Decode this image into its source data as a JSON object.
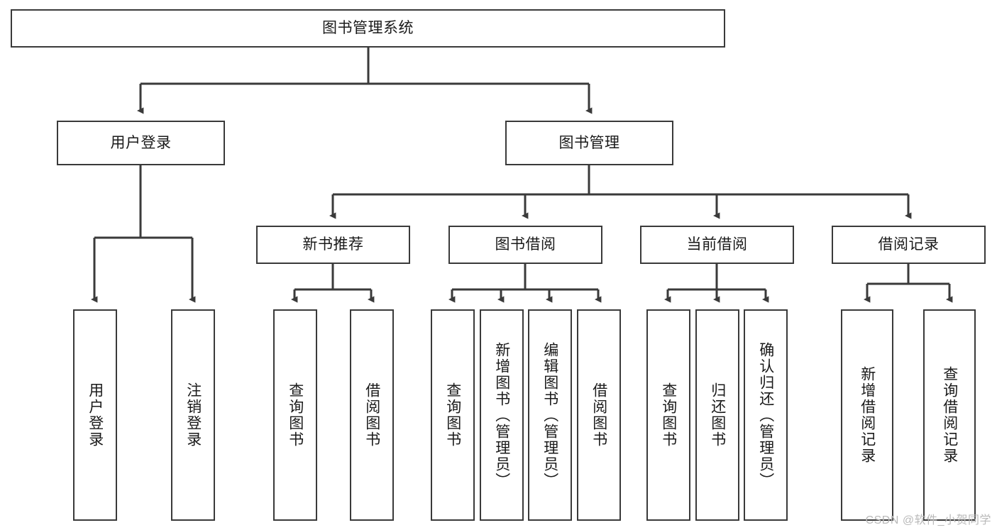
{
  "diagram": {
    "title": "图书管理系统",
    "type": "tree-hierarchy-diagram",
    "style": {
      "box_border_color": "#3a3a3a",
      "box_fill_color": "#ffffff",
      "connector_color": "#3a3a3a",
      "text_color": "#1a1a1a",
      "watermark_color": "#b9b9b9"
    },
    "root": {
      "label": "图书管理系统"
    },
    "level2": [
      {
        "label": "用户登录"
      },
      {
        "label": "图书管理"
      }
    ],
    "level3": [
      {
        "label": "新书推荐"
      },
      {
        "label": "图书借阅"
      },
      {
        "label": "当前借阅"
      },
      {
        "label": "借阅记录"
      }
    ],
    "leaves": {
      "user_login": [
        {
          "label": "用户登录"
        },
        {
          "label": "注销登录"
        }
      ],
      "new_book_recommend": [
        {
          "label": "查询图书"
        },
        {
          "label": "借阅图书"
        }
      ],
      "book_borrow": [
        {
          "label": "查询图书"
        },
        {
          "label": "新增图书（管理员）"
        },
        {
          "label": "编辑图书（管理员）"
        },
        {
          "label": "借阅图书"
        }
      ],
      "current_borrow": [
        {
          "label": "查询图书"
        },
        {
          "label": "归还图书"
        },
        {
          "label": "确认归还（管理员）"
        }
      ],
      "borrow_record": [
        {
          "label": "新增借阅记录"
        },
        {
          "label": "查询借阅记录"
        }
      ]
    }
  },
  "watermark": {
    "text": "CSDN @软件_小贺同学"
  }
}
